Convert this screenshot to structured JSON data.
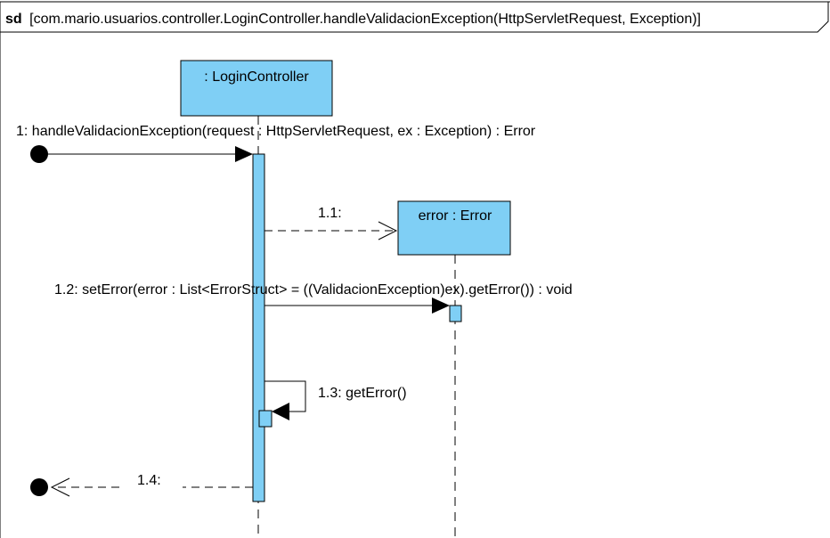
{
  "diagram": {
    "frame_keyword": "sd",
    "frame_title": "[com.mario.usuarios.controller.LoginController.handleValidacionException(HttpServletRequest, Exception)]",
    "lifelines": [
      {
        "label": ": LoginController"
      },
      {
        "label": "error : Error"
      }
    ],
    "messages": [
      {
        "label": "1: handleValidacionException(request : HttpServletRequest, ex : Exception) : Error"
      },
      {
        "label": "1.1:"
      },
      {
        "label": "1.2: setError(error : List<ErrorStruct> = ((ValidacionException)ex).getError()) : void"
      },
      {
        "label": "1.3: getError()"
      },
      {
        "label": "1.4:"
      }
    ]
  },
  "colors": {
    "lifeline_fill": "#7fcff5",
    "stroke": "#000000"
  }
}
